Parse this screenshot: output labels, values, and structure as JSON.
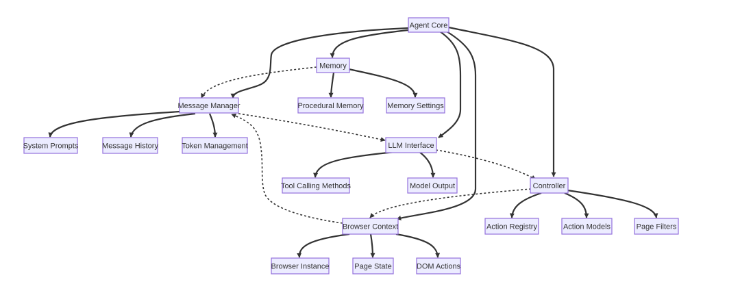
{
  "theme": {
    "node_fill": "#ECECFF",
    "node_stroke": "#9370DB",
    "edge_color": "#333333",
    "background": "#FFFFFF"
  },
  "nodes": {
    "agent_core": "Agent Core",
    "memory": "Memory",
    "procedural_memory": "Procedural Memory",
    "memory_settings": "Memory Settings",
    "message_manager": "Message Manager",
    "system_prompts": "System Prompts",
    "message_history": "Message History",
    "token_management": "Token Management",
    "llm_interface": "LLM Interface",
    "tool_calling_methods": "Tool Calling Methods",
    "model_output": "Model Output",
    "controller": "Controller",
    "action_registry": "Action Registry",
    "action_models": "Action Models",
    "page_filters": "Page Filters",
    "browser_context": "Browser Context",
    "browser_instance": "Browser Instance",
    "page_state": "Page State",
    "dom_actions": "DOM Actions"
  },
  "edges": [
    {
      "from": "agent_core",
      "to": "memory",
      "style": "solid"
    },
    {
      "from": "agent_core",
      "to": "message_manager",
      "style": "solid"
    },
    {
      "from": "agent_core",
      "to": "llm_interface",
      "style": "solid"
    },
    {
      "from": "agent_core",
      "to": "browser_context",
      "style": "solid"
    },
    {
      "from": "agent_core",
      "to": "controller",
      "style": "solid"
    },
    {
      "from": "memory",
      "to": "procedural_memory",
      "style": "solid"
    },
    {
      "from": "memory",
      "to": "memory_settings",
      "style": "solid"
    },
    {
      "from": "message_manager",
      "to": "system_prompts",
      "style": "solid"
    },
    {
      "from": "message_manager",
      "to": "message_history",
      "style": "solid"
    },
    {
      "from": "message_manager",
      "to": "token_management",
      "style": "solid"
    },
    {
      "from": "llm_interface",
      "to": "tool_calling_methods",
      "style": "solid"
    },
    {
      "from": "llm_interface",
      "to": "model_output",
      "style": "solid"
    },
    {
      "from": "controller",
      "to": "action_registry",
      "style": "solid"
    },
    {
      "from": "controller",
      "to": "action_models",
      "style": "solid"
    },
    {
      "from": "controller",
      "to": "page_filters",
      "style": "solid"
    },
    {
      "from": "browser_context",
      "to": "browser_instance",
      "style": "solid"
    },
    {
      "from": "browser_context",
      "to": "page_state",
      "style": "solid"
    },
    {
      "from": "browser_context",
      "to": "dom_actions",
      "style": "solid"
    },
    {
      "from": "memory",
      "to": "message_manager",
      "style": "dotted"
    },
    {
      "from": "message_manager",
      "to": "llm_interface",
      "style": "dotted"
    },
    {
      "from": "llm_interface",
      "to": "controller",
      "style": "dotted"
    },
    {
      "from": "controller",
      "to": "browser_context",
      "style": "dotted"
    },
    {
      "from": "browser_context",
      "to": "message_manager",
      "style": "dotted"
    }
  ]
}
